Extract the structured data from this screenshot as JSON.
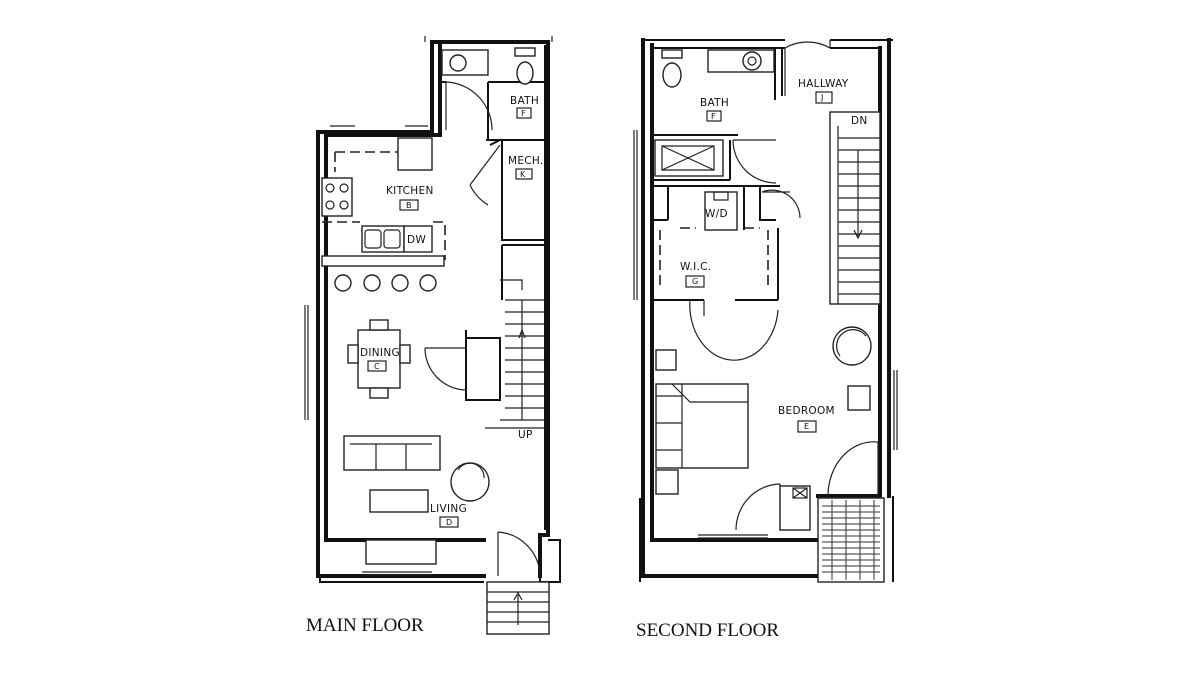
{
  "floors": [
    {
      "label": "MAIN FLOOR",
      "rooms": [
        {
          "name": "BATH",
          "tag": "F"
        },
        {
          "name": "MECH.",
          "tag": "K"
        },
        {
          "name": "KITCHEN",
          "tag": "B"
        },
        {
          "name": "DINING",
          "tag": "C"
        },
        {
          "name": "LIVING",
          "tag": "D"
        }
      ],
      "annotations": {
        "dishwasher": "DW",
        "stair": "UP"
      }
    },
    {
      "label": "SECOND FLOOR",
      "rooms": [
        {
          "name": "BATH",
          "tag": "F"
        },
        {
          "name": "HALLWAY",
          "tag": "J"
        },
        {
          "name": "W.I.C.",
          "tag": "G"
        },
        {
          "name": "BEDROOM",
          "tag": "E"
        }
      ],
      "annotations": {
        "washer_dryer": "W/D",
        "stair": "DN"
      }
    }
  ]
}
